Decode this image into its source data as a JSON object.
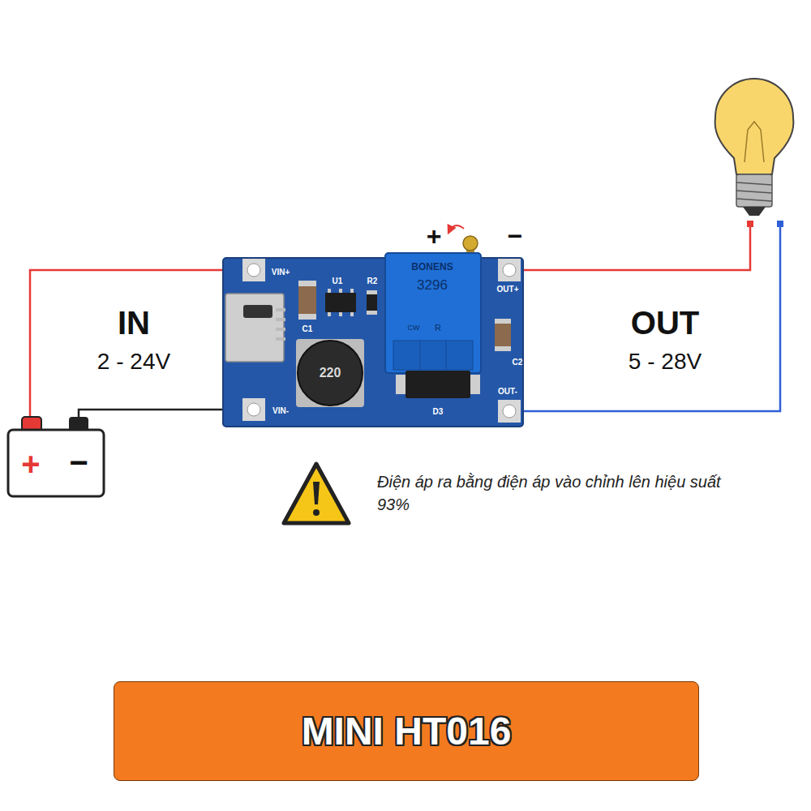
{
  "diagram": {
    "nodes": [
      {
        "text": [
          "MINI HT016"
        ]
      }
    ],
    "labels": [
      "VIN+",
      "VIN-",
      "U1",
      "R2",
      "C1",
      "220",
      "BONENS",
      "3296",
      "CW",
      "R",
      "OUT+",
      "OUT-",
      "C2",
      "D3",
      "+",
      "−",
      "IN",
      "2 - 24V",
      "OUT",
      "5 - 28V",
      "+",
      "−",
      "Điện áp ra bằng điện áp vào chỉnh lên hiệu suất 93%"
    ]
  }
}
